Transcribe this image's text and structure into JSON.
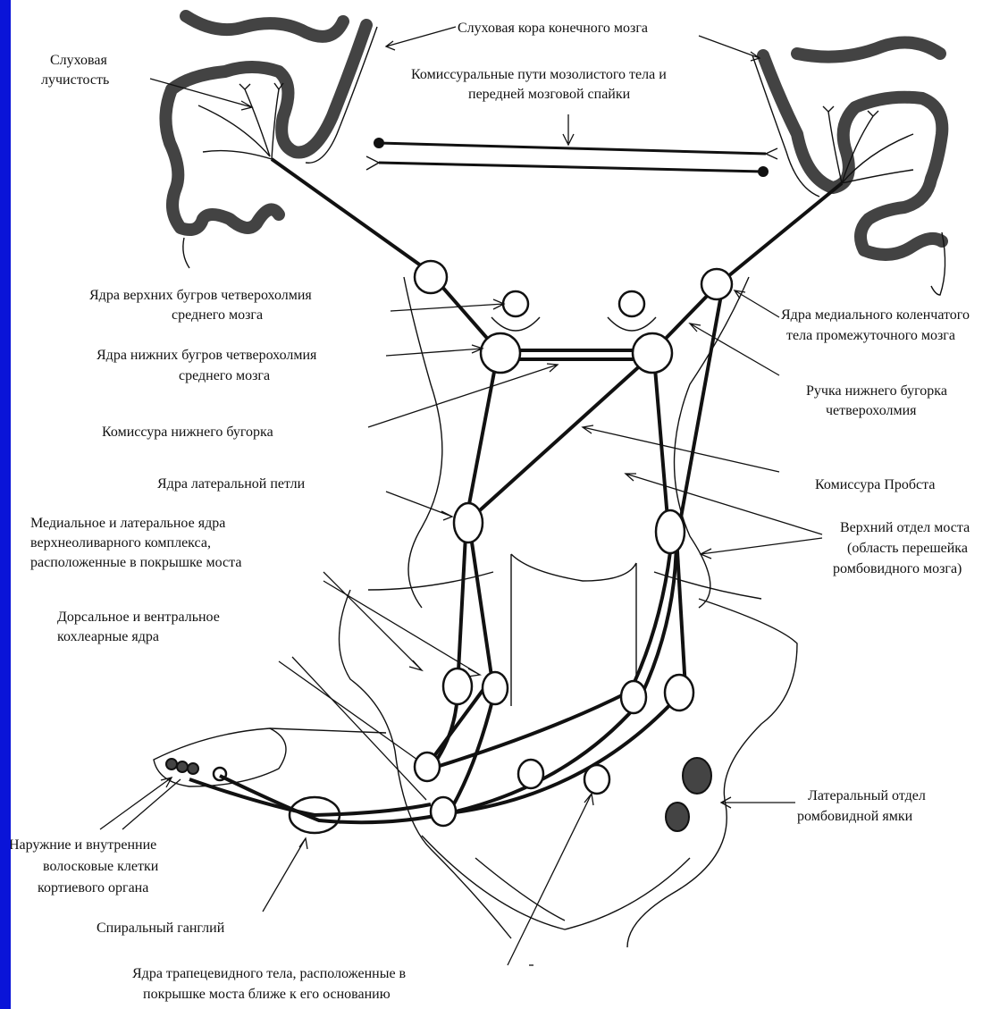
{
  "labels": {
    "auditory_cortex": "Слуховая кора конечного мозга",
    "radiation_1": "Слуховая",
    "radiation_2": "лучистость",
    "commissural_1": "Комиссуральные пути мозолистого тела и",
    "commissural_2": "передней мозговой спайки",
    "superior_colliculi_1": "Ядра верхних бугров четверохолмия",
    "superior_colliculi_2": "среднего мозга",
    "inferior_colliculi_1": "Ядра нижних бугров четверохолмия",
    "inferior_colliculi_2": "среднего мозга",
    "inferior_commissure": "Комиссура нижнего бугорка",
    "lateral_lemniscus": "Ядра латеральной петли",
    "superior_olive_1": "Медиальное и латеральное ядра",
    "superior_olive_2": "верхнеоливарного комплекса,",
    "superior_olive_3": "расположенные в покрышке моста",
    "cochlear_nuclei_1": "Дорсальное и вентральное",
    "cochlear_nuclei_2": "кохлеарные ядра",
    "hair_cells_1": "Наружние и внутренние",
    "hair_cells_2": "волосковые клетки",
    "hair_cells_3": "кортиевого органа",
    "spiral_ganglion": "Спиральный ганглий",
    "trapezoid_1": "Ядра трапецевидного тела, расположенные в",
    "trapezoid_2": "покрышке моста ближе к его основанию",
    "medial_geniculate_1": "Ядра медиального коленчатого",
    "medial_geniculate_2": "тела промежуточного мозга",
    "brachium_1": "Ручка нижнего бугорка",
    "brachium_2": "четверохолмия",
    "probst": "Комиссура Пробста",
    "upper_pons_1": "Верхний отдел моста",
    "upper_pons_2": "(область перешейка",
    "upper_pons_3": "ромбовидного мозга)",
    "lateral_fossa_1": "Латеральный отдел",
    "lateral_fossa_2": "ромбовидной ямки"
  },
  "colors": {
    "border": "#0a14d8",
    "ink": "#111111",
    "paper": "#ffffff"
  }
}
